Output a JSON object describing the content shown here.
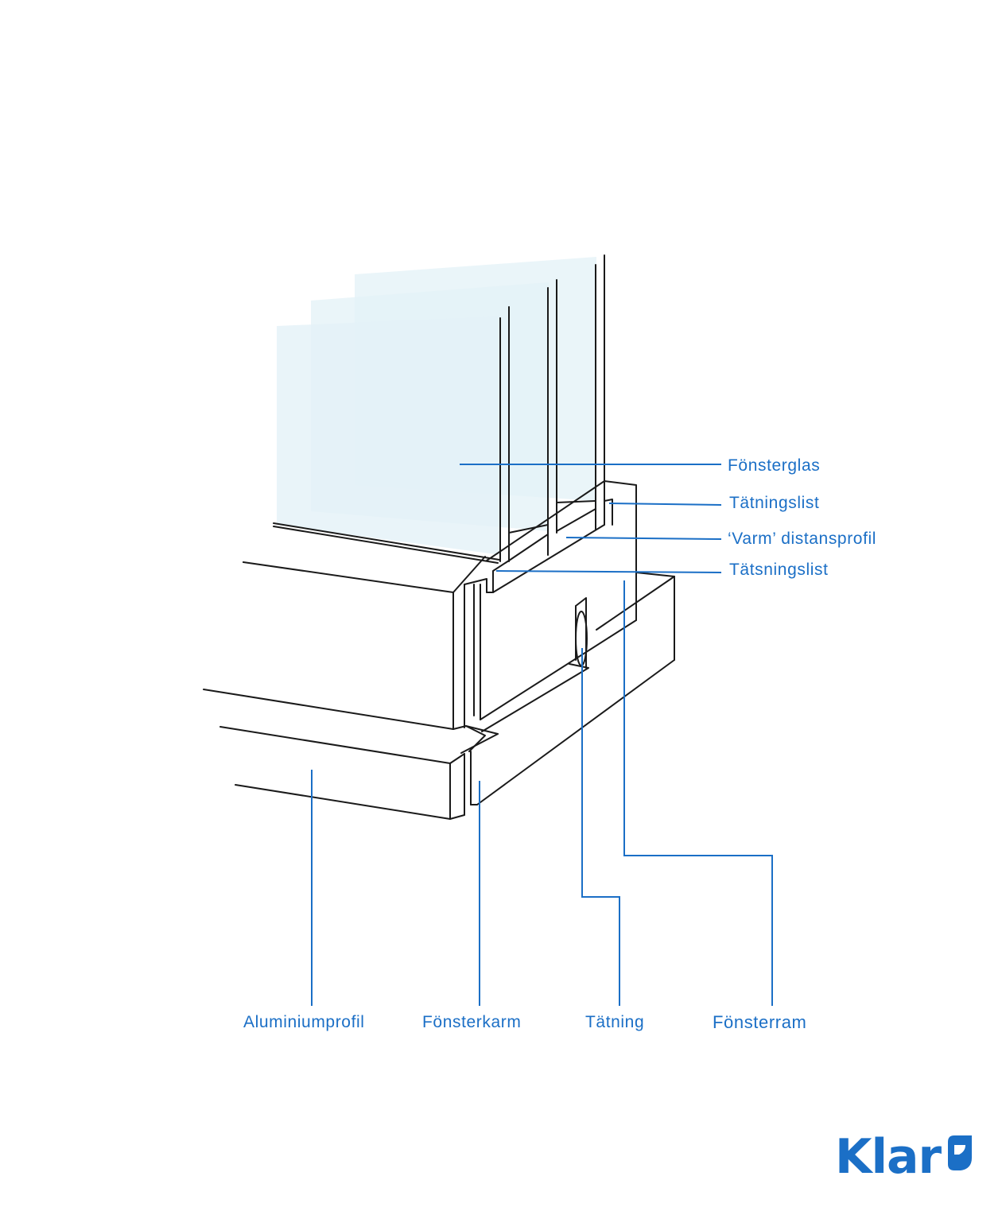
{
  "colors": {
    "accent": "#1b6fc6",
    "outline": "#1a1a1a",
    "glass": "#e3f1f7"
  },
  "labels": {
    "fonsterglas": "Fönsterglas",
    "tatningslist_1": "Tätningslist",
    "varm_distansprofil": "‘Varm’ distansprofil",
    "tatsningslist": "Tätsningslist",
    "aluminiumprofil": "Aluminiumprofil",
    "fonsterkarm": "Fönsterkarm",
    "tatning": "Tätning",
    "fonsterram": "Fönsterram"
  },
  "logo": {
    "text": "Klar",
    "icon": "leaf-mark-icon"
  }
}
